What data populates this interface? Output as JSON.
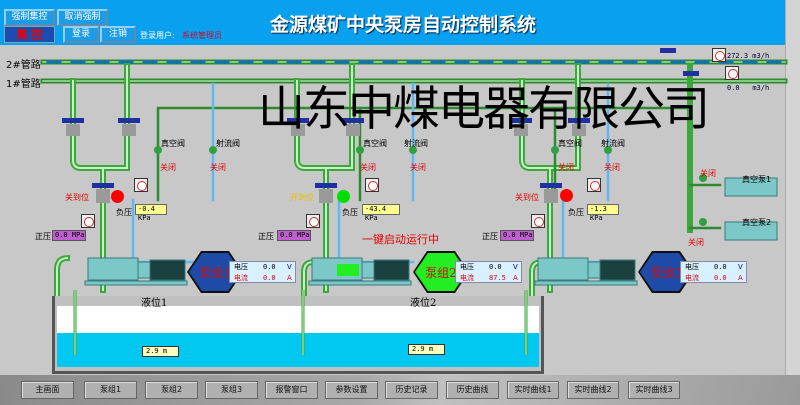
{
  "header": {
    "title": "金源煤矿中央泵房自动控制系统",
    "force_central_label": "强制集控",
    "cancel_force_label": "取消强制",
    "mode_label": "集 控",
    "login_label": "登录",
    "logout_label": "注销",
    "user_label": "登录用户:",
    "user_value": "系统管理员"
  },
  "pipes": {
    "pipe2": "2#管路",
    "pipe1": "1#管路"
  },
  "flow": {
    "pipe2_value": "272.3",
    "pipe2_unit": "m3/h",
    "pipe1_value": "0.0",
    "pipe1_unit": "m3/h"
  },
  "valves": [
    {
      "vacuum_label": "真空阀",
      "vacuum_state": "关闭",
      "jet_label": "射流阀",
      "jet_state": "关闭"
    },
    {
      "vacuum_label": "真空阀",
      "vacuum_state": "关闭",
      "jet_label": "射流阀",
      "jet_state": "关闭"
    },
    {
      "vacuum_label": "真空阀",
      "vacuum_state": "关闭",
      "jet_label": "射流阀",
      "jet_state": "关闭"
    }
  ],
  "groups": [
    {
      "name": "泵组1",
      "valve_pos": "关到位",
      "valve_color": "#ff0000",
      "neg_label": "负压",
      "neg_value": "-0.4 KPa",
      "pos_label": "正压",
      "pos_value": "0.0 MPa",
      "voltage_label": "电压",
      "voltage": "0.0",
      "voltage_unit": "V",
      "current_label": "电流",
      "current": "0.0",
      "current_unit": "A",
      "hex_color": "#1e4aa8",
      "status": ""
    },
    {
      "name": "泵组2",
      "valve_pos": "开到位",
      "valve_color": "#00dd00",
      "neg_label": "负压",
      "neg_value": "-43.4 KPa",
      "pos_label": "正压",
      "pos_value": "0.0 MPa",
      "voltage_label": "电压",
      "voltage": "0.0",
      "voltage_unit": "V",
      "current_label": "电流",
      "current": "87.5",
      "current_unit": "A",
      "hex_color": "#22ee22",
      "status": "一键启动运行中"
    },
    {
      "name": "泵组3",
      "valve_pos": "关到位",
      "valve_color": "#ff0000",
      "neg_label": "负压",
      "neg_value": "-1.3 KPa",
      "pos_label": "正压",
      "pos_value": "0.0 MPa",
      "voltage_label": "电压",
      "voltage": "0.0",
      "voltage_unit": "V",
      "current_label": "电流",
      "current": "0.0",
      "current_unit": "A",
      "hex_color": "#1e4aa8",
      "status": ""
    }
  ],
  "vacuum_pumps": [
    {
      "name": "真空泵1",
      "state": "关闭"
    },
    {
      "name": "真空泵2",
      "state": "关闭"
    }
  ],
  "tanks": [
    {
      "label": "液位1",
      "value": "2.9 m",
      "level_percent": 50
    },
    {
      "label": "液位2",
      "value": "2.9 m",
      "level_percent": 50
    }
  ],
  "watermark": "山东中煤电器有限公司",
  "nav": [
    "主画面",
    "泵组1",
    "泵组2",
    "泵组3",
    "报警窗口",
    "参数设置",
    "历史记录",
    "历史曲线",
    "实时曲线1",
    "实时曲线2",
    "实时曲线3"
  ],
  "colors": {
    "header": "#0aa0f0",
    "pipe": "#40b040",
    "water": "#00c8f0",
    "alarm": "#e00000"
  }
}
